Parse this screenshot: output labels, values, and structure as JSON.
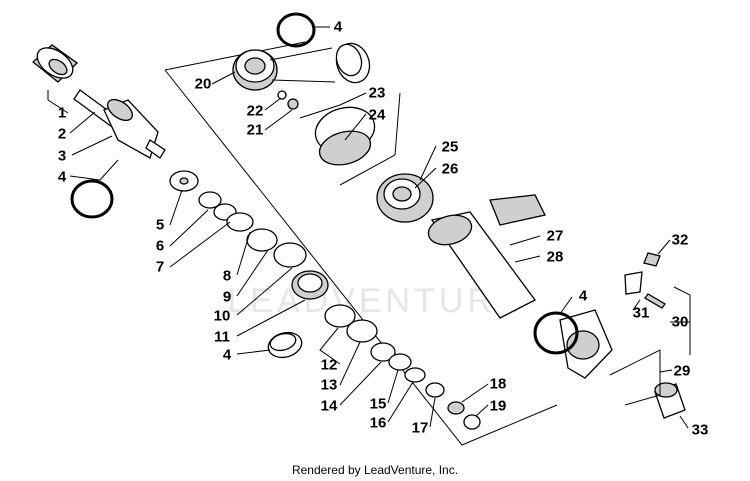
{
  "diagram": {
    "callouts": [
      {
        "id": "c1",
        "label": "1"
      },
      {
        "id": "c2",
        "label": "2"
      },
      {
        "id": "c3",
        "label": "3"
      },
      {
        "id": "c4a",
        "label": "4"
      },
      {
        "id": "c4b",
        "label": "4"
      },
      {
        "id": "c4c",
        "label": "4"
      },
      {
        "id": "c4d",
        "label": "4"
      },
      {
        "id": "c5",
        "label": "5"
      },
      {
        "id": "c6",
        "label": "6"
      },
      {
        "id": "c7",
        "label": "7"
      },
      {
        "id": "c8",
        "label": "8"
      },
      {
        "id": "c9",
        "label": "9"
      },
      {
        "id": "c10",
        "label": "10"
      },
      {
        "id": "c11",
        "label": "11"
      },
      {
        "id": "c12",
        "label": "12"
      },
      {
        "id": "c13",
        "label": "13"
      },
      {
        "id": "c14",
        "label": "14"
      },
      {
        "id": "c15",
        "label": "15"
      },
      {
        "id": "c16",
        "label": "16"
      },
      {
        "id": "c17",
        "label": "17"
      },
      {
        "id": "c18",
        "label": "18"
      },
      {
        "id": "c19",
        "label": "19"
      },
      {
        "id": "c20",
        "label": "20"
      },
      {
        "id": "c21",
        "label": "21"
      },
      {
        "id": "c22",
        "label": "22"
      },
      {
        "id": "c23",
        "label": "23"
      },
      {
        "id": "c24",
        "label": "24"
      },
      {
        "id": "c25",
        "label": "25"
      },
      {
        "id": "c26",
        "label": "26"
      },
      {
        "id": "c27",
        "label": "27"
      },
      {
        "id": "c28",
        "label": "28"
      },
      {
        "id": "c29",
        "label": "29"
      },
      {
        "id": "c30",
        "label": "30"
      },
      {
        "id": "c31",
        "label": "31"
      },
      {
        "id": "c32",
        "label": "32"
      },
      {
        "id": "c33",
        "label": "33"
      }
    ],
    "watermark": "LEADVENTURE",
    "footer": "Rendered by LeadVenture, Inc."
  }
}
